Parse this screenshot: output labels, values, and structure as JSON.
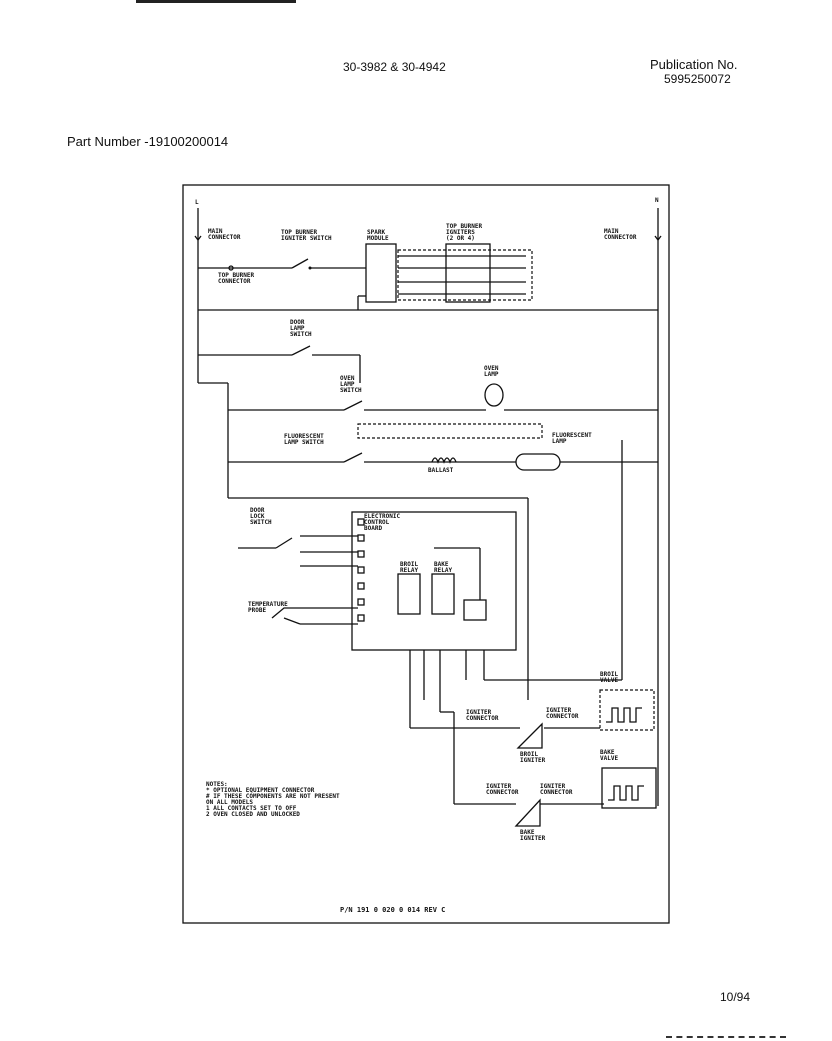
{
  "header": {
    "model": "30-3982 & 30-4942",
    "publication_label": "Publication No.",
    "publication_number": "5995250072",
    "part_number": "Part Number -19100200014"
  },
  "footer": {
    "date": "10/94"
  },
  "diagram": {
    "line_l": "L",
    "line_n": "N",
    "main_connector_left": [
      "MAIN",
      "CONNECTOR"
    ],
    "main_connector_right": [
      "MAIN",
      "CONNECTOR"
    ],
    "top_burner_igniter_switch": [
      "TOP BURNER",
      "IGNITER SWITCH"
    ],
    "spark_module": [
      "SPARK",
      "MODULE"
    ],
    "top_burner_igniters": [
      "TOP BURNER",
      "IGNITERS",
      "(2 OR 4)"
    ],
    "top_burner_connector": [
      "TOP BURNER",
      "CONNECTOR"
    ],
    "door_lamp_switch": [
      "DOOR",
      "LAMP",
      "SWITCH"
    ],
    "oven_lamp_switch": [
      "OVEN",
      "LAMP",
      "SWITCH"
    ],
    "oven_lamp": [
      "OVEN",
      "LAMP"
    ],
    "fluorescent_lamp_switch": [
      "FLUORESCENT",
      "LAMP SWITCH"
    ],
    "fluorescent_lamp": [
      "FLUORESCENT",
      "LAMP"
    ],
    "ballast": "BALLAST",
    "door_lock_switch": [
      "DOOR",
      "LOCK",
      "SWITCH"
    ],
    "electronic_control_board": [
      "ELECTRONIC",
      "CONTROL",
      "BOARD"
    ],
    "broil_relay": [
      "BROIL",
      "RELAY"
    ],
    "bake_relay": [
      "BAKE",
      "RELAY"
    ],
    "temperature_probe": [
      "TEMPERATURE",
      "PROBE"
    ],
    "broil_valve": [
      "BROIL",
      "VALVE"
    ],
    "bake_valve": [
      "BAKE",
      "VALVE"
    ],
    "broil_igniter": [
      "BROIL",
      "IGNITER"
    ],
    "bake_igniter": [
      "BAKE",
      "IGNITER"
    ],
    "igniter_connector": [
      "IGNITER",
      "CONNECTOR"
    ],
    "notes": [
      "NOTES:",
      "* OPTIONAL EQUIPMENT CONNECTOR",
      "# IF THESE COMPONENTS ARE NOT PRESENT",
      "  ON ALL MODELS",
      "1 ALL CONTACTS SET TO OFF",
      "2 OVEN CLOSED AND UNLOCKED"
    ],
    "pn_rev": "P/N 191 0 020 0 014  REV C"
  }
}
